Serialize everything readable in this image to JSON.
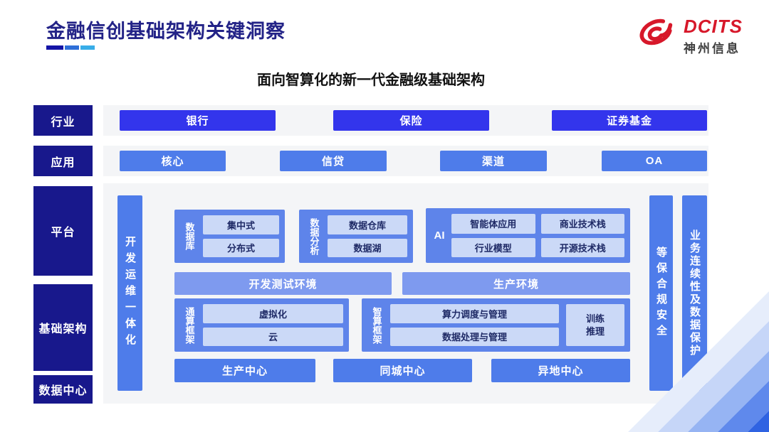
{
  "header": {
    "title": "金融信创基础架构关键洞察",
    "logo": {
      "icon": "swirl-logo-icon",
      "brand": "DCITS",
      "company": "神州信息"
    }
  },
  "subtitle": "面向智算化的新一代金融级基础架构",
  "diagram": {
    "row_labels": [
      "行业",
      "应用",
      "平台",
      "基础架构",
      "数据中心"
    ],
    "industry": {
      "items": [
        "银行",
        "保险",
        "证券基金"
      ]
    },
    "application": {
      "items": [
        "核心",
        "信贷",
        "渠道",
        "OA"
      ]
    },
    "platform": {
      "devops_bar": "开发运维一体化",
      "database": {
        "label": "数据库",
        "items": [
          "集中式",
          "分布式"
        ]
      },
      "analytics": {
        "label": "数据分析",
        "items": [
          "数据仓库",
          "数据湖"
        ]
      },
      "ai": {
        "label": "AI",
        "items": [
          "智能体应用",
          "商业技术栈",
          "行业模型",
          "开源技术栈"
        ]
      },
      "environments": [
        "开发测试环境",
        "生产环境"
      ],
      "general_compute": {
        "label": "通算框架",
        "items": [
          "虚拟化",
          "云"
        ]
      },
      "intelligent_compute": {
        "label": "智算框架",
        "items": [
          "算力调度与管理",
          "数据处理与管理"
        ],
        "side_item": "训练推理"
      },
      "centers": [
        "生产中心",
        "同城中心",
        "异地中心"
      ],
      "security_bar": "等保合规安全",
      "continuity_bar": "业务连续性及数据保护"
    }
  },
  "colors": {
    "title_navy": "#232387",
    "label_navy": "#18188C",
    "industry_blue": "#3335EC",
    "primary_blue": "#4E7CEA",
    "container_blue": "#5E84EA",
    "env_blue": "#7E9AEF",
    "light_blue": "#CBD9F7",
    "panel_gray": "#F4F5F7",
    "logo_red": "#D7182A"
  }
}
